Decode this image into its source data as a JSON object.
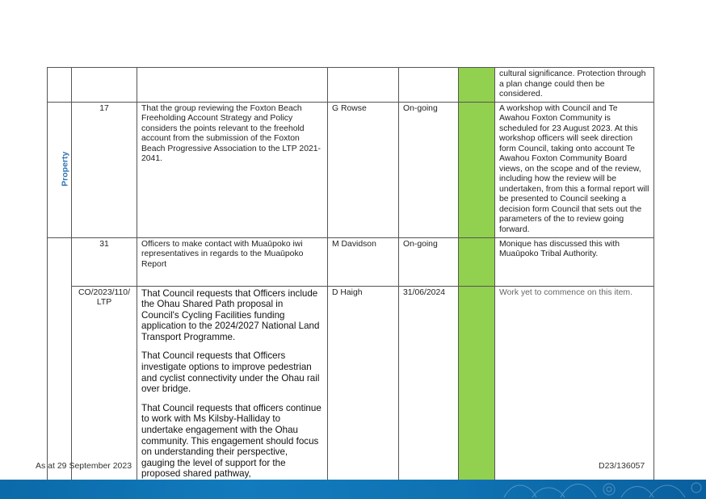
{
  "table": {
    "category_property": "Property",
    "rows": [
      {
        "num": "",
        "action": "",
        "officer": "",
        "date": "",
        "comment": "cultural significance.   Protection through a plan change could then be considered."
      },
      {
        "num": "17",
        "action": "That the group reviewing the Foxton Beach Freeholding Account Strategy and Policy considers the points relevant to the freehold account from the submission of the Foxton Beach Progressive Association to the LTP 2021-2041.",
        "officer": "G Rowse",
        "date": "On-going",
        "comment": "A workshop with Council and Te Awahou Foxton Community is scheduled for 23 August 2023.  At this workshop officers will seek direction form Council, taking onto account Te Awahou Foxton Community Board views, on the scope and of the review, including how the review will be undertaken, from this a formal report will be presented to Council seeking a decision form Council that sets out the parameters of the to review going forward."
      },
      {
        "num": "31",
        "action": "Officers to make contact with Muaūpoko iwi representatives in regards to the Muaūpoko Report",
        "officer": "M Davidson",
        "date": "On-going",
        "comment": "Monique has discussed this with Muaūpoko Tribal Authority."
      },
      {
        "num": "CO/2023/110/ LTP",
        "action_paragraphs": [
          "That Council requests that Officers include the Ohau Shared Path proposal in Council's Cycling Facilities funding application to the 2024/2027 National Land Transport Programme.",
          "That Council requests that Officers investigate options to improve pedestrian and cyclist connectivity under the Ohau rail over bridge.",
          "That Council requests that officers continue to work with Ms Kilsby-Halliday to undertake engagement with the Ohau community. This engagement should focus on understanding their perspective, gauging the level of support for the proposed shared pathway,"
        ],
        "officer": "D Haigh",
        "date": "31/06/2024",
        "comment": "Work yet to commence on this item."
      }
    ],
    "status_color": "#92d050"
  },
  "footer": {
    "left": "As at 29 September 2023",
    "right": "D23/136057"
  }
}
